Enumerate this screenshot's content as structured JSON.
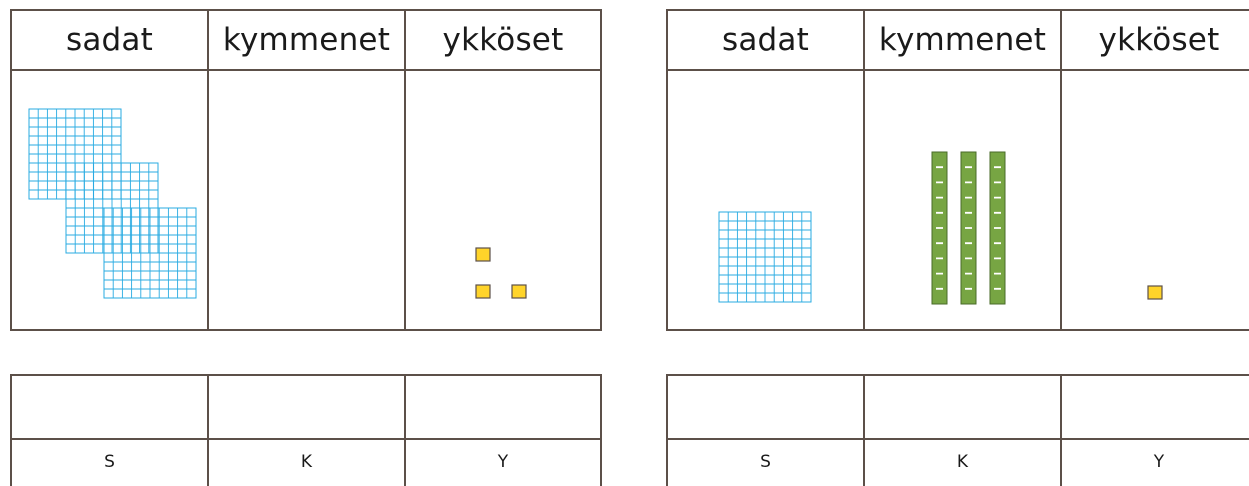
{
  "panels": [
    {
      "headers": {
        "hundreds": "sadat",
        "tens": "kymmenet",
        "ones": "ykköset"
      },
      "counts": {
        "hundreds": 3,
        "tens": 0,
        "ones": 3
      },
      "labels": {
        "hundreds": "S",
        "tens": "K",
        "ones": "Y"
      },
      "answers": {
        "hundreds": "",
        "tens": "",
        "ones": ""
      }
    },
    {
      "headers": {
        "hundreds": "sadat",
        "tens": "kymmenet",
        "ones": "ykköset"
      },
      "counts": {
        "hundreds": 1,
        "tens": 3,
        "ones": 1
      },
      "labels": {
        "hundreds": "S",
        "tens": "K",
        "ones": "Y"
      },
      "answers": {
        "hundreds": "",
        "tens": "",
        "ones": ""
      }
    }
  ],
  "colors": {
    "border": "#5c5049",
    "hundred_block": "#29abe2",
    "ten_rod": "#77a543",
    "one_cube": "#ffd42a"
  }
}
